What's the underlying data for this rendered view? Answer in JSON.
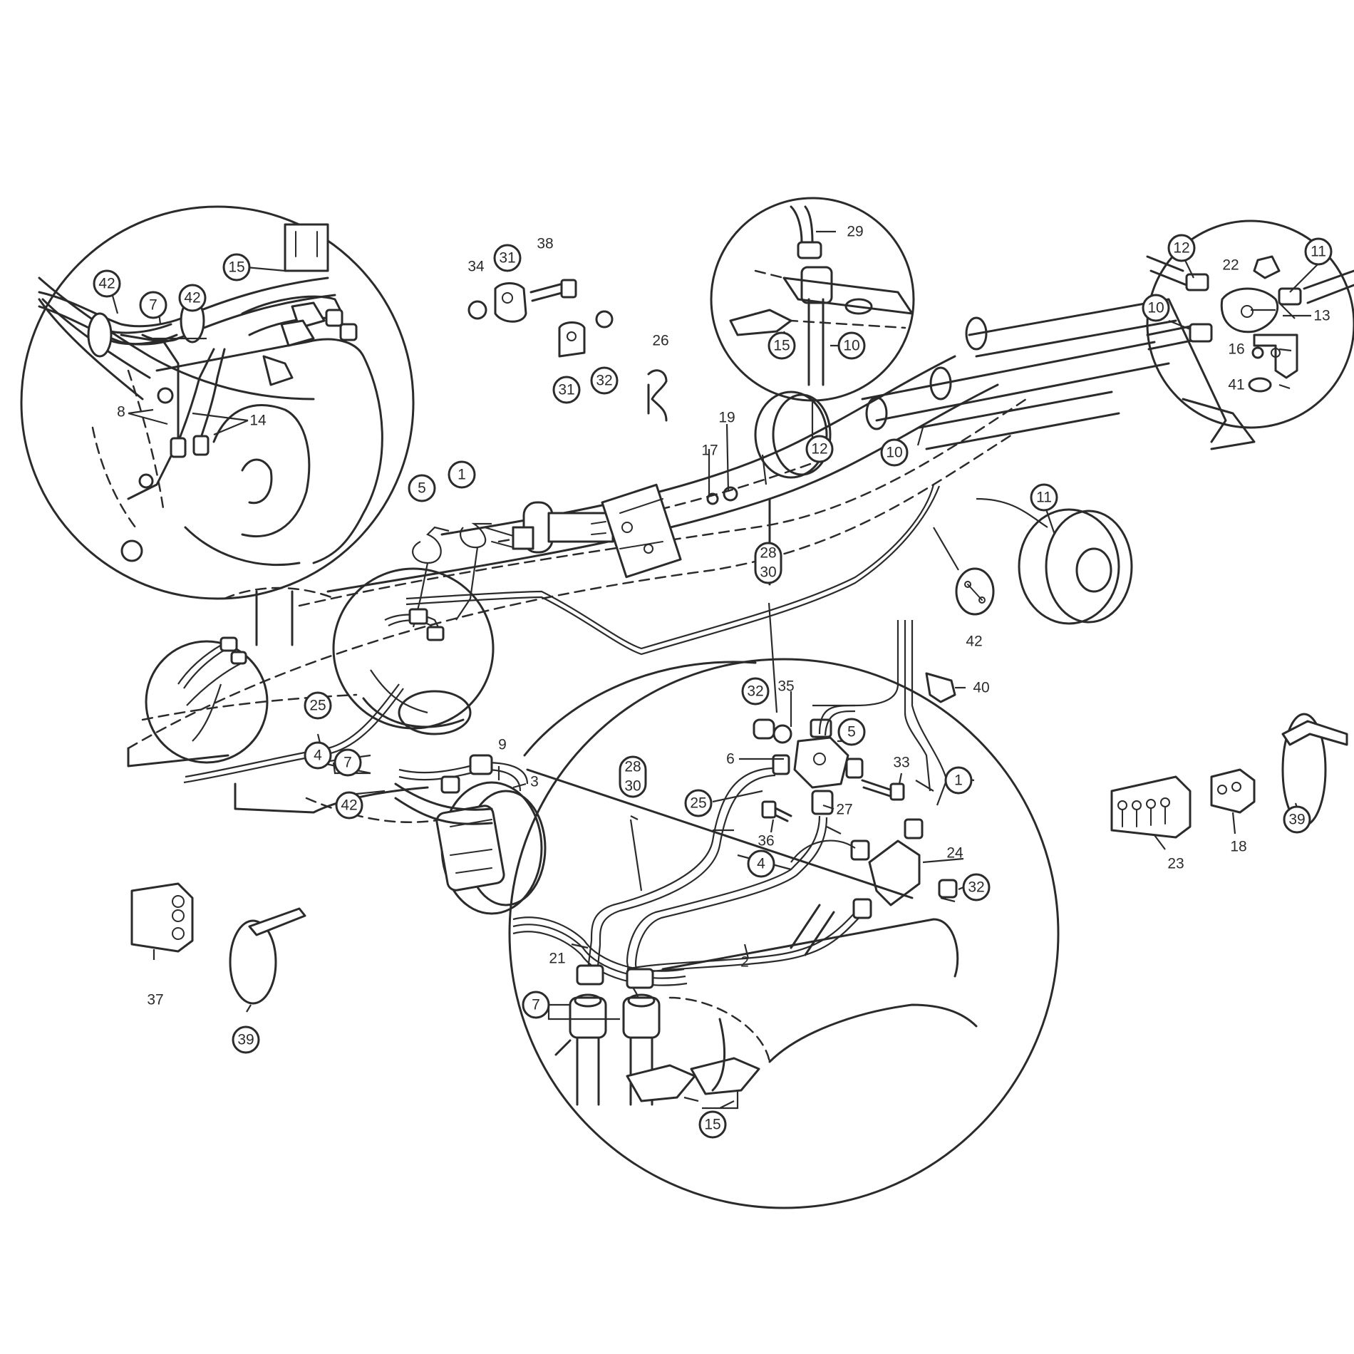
{
  "callouts": {
    "c1": "1",
    "c2": "2",
    "c3": "3",
    "c4": "4",
    "c5": "5",
    "c6": "6",
    "c7": "7",
    "c8": "8",
    "c9": "9",
    "c10": "10",
    "c11": "11",
    "c12": "12",
    "c13": "13",
    "c14": "14",
    "c15": "15",
    "c16": "16",
    "c17": "17",
    "c18": "18",
    "c19": "19",
    "c21": "21",
    "c22": "22",
    "c23": "23",
    "c24": "24",
    "c25": "25",
    "c26": "26",
    "c27": "27",
    "c28": "28",
    "c29": "29",
    "c30": "30",
    "c31": "31",
    "c32": "32",
    "c33": "33",
    "c34": "34",
    "c35": "35",
    "c36": "36",
    "c37": "37",
    "c38": "38",
    "c39": "39",
    "c40": "40",
    "c41": "41",
    "c42": "42"
  }
}
